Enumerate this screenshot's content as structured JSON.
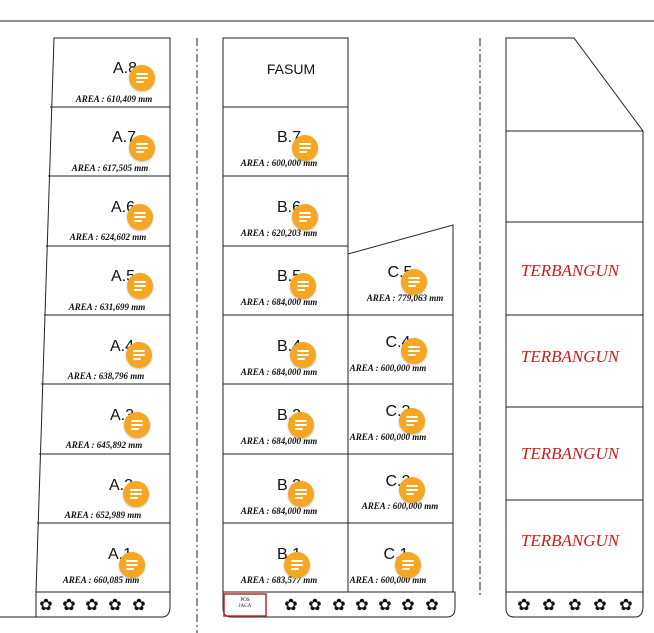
{
  "block_a": [
    {
      "name": "A.8",
      "area": "AREA : 610,409 mm"
    },
    {
      "name": "A.7",
      "area": "AREA : 617,505 mm"
    },
    {
      "name": "A.6",
      "area": "AREA : 624,602 mm"
    },
    {
      "name": "A.5",
      "area": "AREA : 631,699 mm"
    },
    {
      "name": "A.4",
      "area": "AREA : 638,796 mm"
    },
    {
      "name": "A.3",
      "area": "AREA : 645,892 mm"
    },
    {
      "name": "A.2",
      "area": "AREA : 652,989 mm"
    },
    {
      "name": "A.1",
      "area": "AREA : 660,085 mm"
    }
  ],
  "fasum_label": "FASUM",
  "block_b": [
    {
      "name": "B.7",
      "area": "AREA : 600,000 mm"
    },
    {
      "name": "B.6",
      "area": "AREA : 620,203 mm"
    },
    {
      "name": "B.5",
      "area": "AREA : 684,000 mm"
    },
    {
      "name": "B.4",
      "area": "AREA : 684,000 mm"
    },
    {
      "name": "B.3",
      "area": "AREA : 684,000 mm"
    },
    {
      "name": "B.2",
      "area": "AREA : 684,000 mm"
    },
    {
      "name": "B.1",
      "area": "AREA : 683,577 mm"
    }
  ],
  "block_c": [
    {
      "name": "C.5",
      "area": "AREA : 779,063 mm"
    },
    {
      "name": "C.4",
      "area": "AREA : 600,000 mm"
    },
    {
      "name": "C.3",
      "area": "AREA : 600,000 mm"
    },
    {
      "name": "C.2",
      "area": "AREA : 600,000 mm"
    },
    {
      "name": "C.1",
      "area": "AREA : 600,000 mm"
    }
  ],
  "terbangun_label": "TERBANGUN",
  "pos_jaga": [
    "POS",
    "JAGA"
  ],
  "tree_glyph": "✿",
  "colors": {
    "line": "#222222",
    "built_text": "#d11a1a",
    "note_marker": "#f5a623",
    "pos_jaga_border": "#c62828"
  },
  "icons": {
    "note_marker": "note-lines-icon",
    "tree": "tree-icon"
  }
}
